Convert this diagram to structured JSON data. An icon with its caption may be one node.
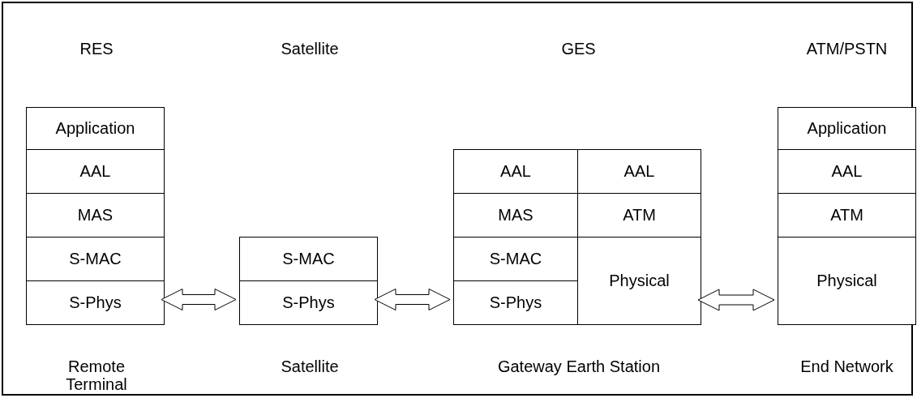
{
  "diagram": {
    "nodes": [
      {
        "text": [
          "Application"
        ]
      },
      {
        "text": [
          "AAL"
        ]
      },
      {
        "text": [
          "MAS"
        ]
      },
      {
        "text": [
          "S-MAC"
        ]
      },
      {
        "text": [
          "S-Phys"
        ]
      },
      {
        "text": [
          "S-MAC"
        ]
      },
      {
        "text": [
          "S-Phys"
        ]
      },
      {
        "text": [
          "AAL"
        ]
      },
      {
        "text": [
          "MAS"
        ]
      },
      {
        "text": [
          "S-MAC"
        ]
      },
      {
        "text": [
          "S-Phys"
        ]
      },
      {
        "text": [
          "AAL"
        ]
      },
      {
        "text": [
          "ATM"
        ]
      },
      {
        "text": [
          "Physical"
        ]
      },
      {
        "text": [
          "Application"
        ]
      },
      {
        "text": [
          "AAL"
        ]
      },
      {
        "text": [
          "ATM"
        ]
      },
      {
        "text": [
          "Physical"
        ]
      }
    ],
    "edges": [
      {
        "from": 4,
        "to": 6,
        "arrow": "both"
      },
      {
        "from": 6,
        "to": 10,
        "arrow": "both"
      },
      {
        "from": 13,
        "to": 17,
        "arrow": "both"
      }
    ],
    "labels": [
      "RES",
      "Satellite",
      "GES",
      "ATM/PSTN",
      "Remote Terminal",
      "Satellite",
      "Gateway Earth Station",
      "End Network"
    ]
  }
}
